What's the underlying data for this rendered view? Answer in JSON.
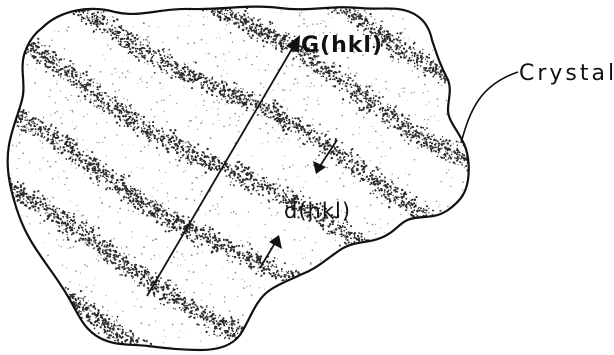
{
  "figure": {
    "labels": {
      "reciprocal_vector": "G(hkl)",
      "interplanar_spacing": "d(hkl)",
      "crystal": "Crystal"
    },
    "colors": {
      "outline": "#111111",
      "stipple": "#2a2a2a",
      "background": "#ffffff"
    }
  }
}
